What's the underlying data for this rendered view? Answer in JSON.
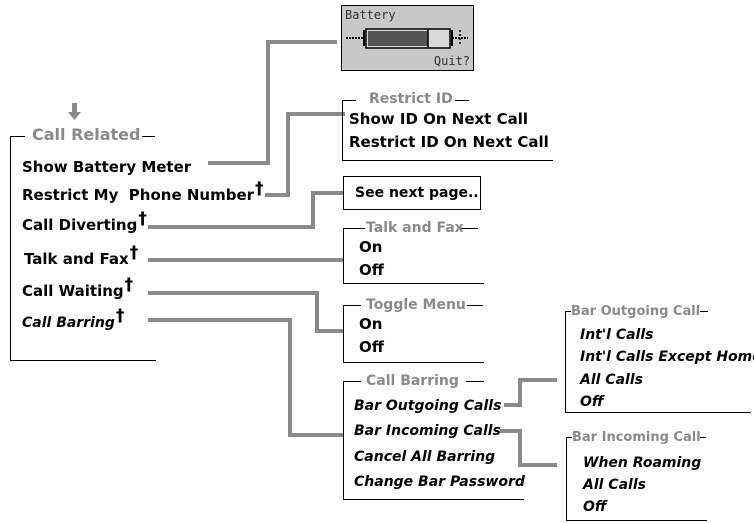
{
  "menu": {
    "title": "Call Related",
    "items": [
      {
        "label": "Show Battery Meter",
        "dagger": ""
      },
      {
        "label": "Restrict My  Phone Number",
        "dagger": "†"
      },
      {
        "label": "Call Diverting",
        "dagger": "†"
      },
      {
        "label": "Talk and Fax",
        "dagger": "†"
      },
      {
        "label": "Call Waiting",
        "dagger": "†"
      },
      {
        "label": "Call Barring",
        "dagger": "†"
      }
    ]
  },
  "battery_screen": {
    "title": "Battery",
    "action": "Quit?"
  },
  "restrict_id": {
    "title": "Restrict ID",
    "options": [
      "Show ID On Next Call",
      "Restrict ID On Next Call"
    ]
  },
  "see_next": "See next page..",
  "talk_fax": {
    "title": "Talk and Fax",
    "options": [
      "On",
      "Off"
    ]
  },
  "toggle_menu": {
    "title": "Toggle Menu",
    "options": [
      "On",
      "Off"
    ]
  },
  "call_barring": {
    "title": "Call Barring",
    "options": [
      "Bar Outgoing Calls",
      "Bar Incoming Calls",
      "Cancel All Barring",
      "Change Bar Password"
    ]
  },
  "bar_outgoing": {
    "title": "Bar Outgoing Call",
    "options": [
      "Int'l Calls",
      "Int'l Calls Except Home",
      "All Calls",
      "Off"
    ]
  },
  "bar_incoming": {
    "title": "Bar Incoming Call",
    "options": [
      "When Roaming",
      "All Calls",
      "Off"
    ]
  },
  "colors": {
    "connector": "#8a8a8a",
    "heading_gray": "#8a8a8a",
    "lcd_background": "#c8c8c8"
  }
}
